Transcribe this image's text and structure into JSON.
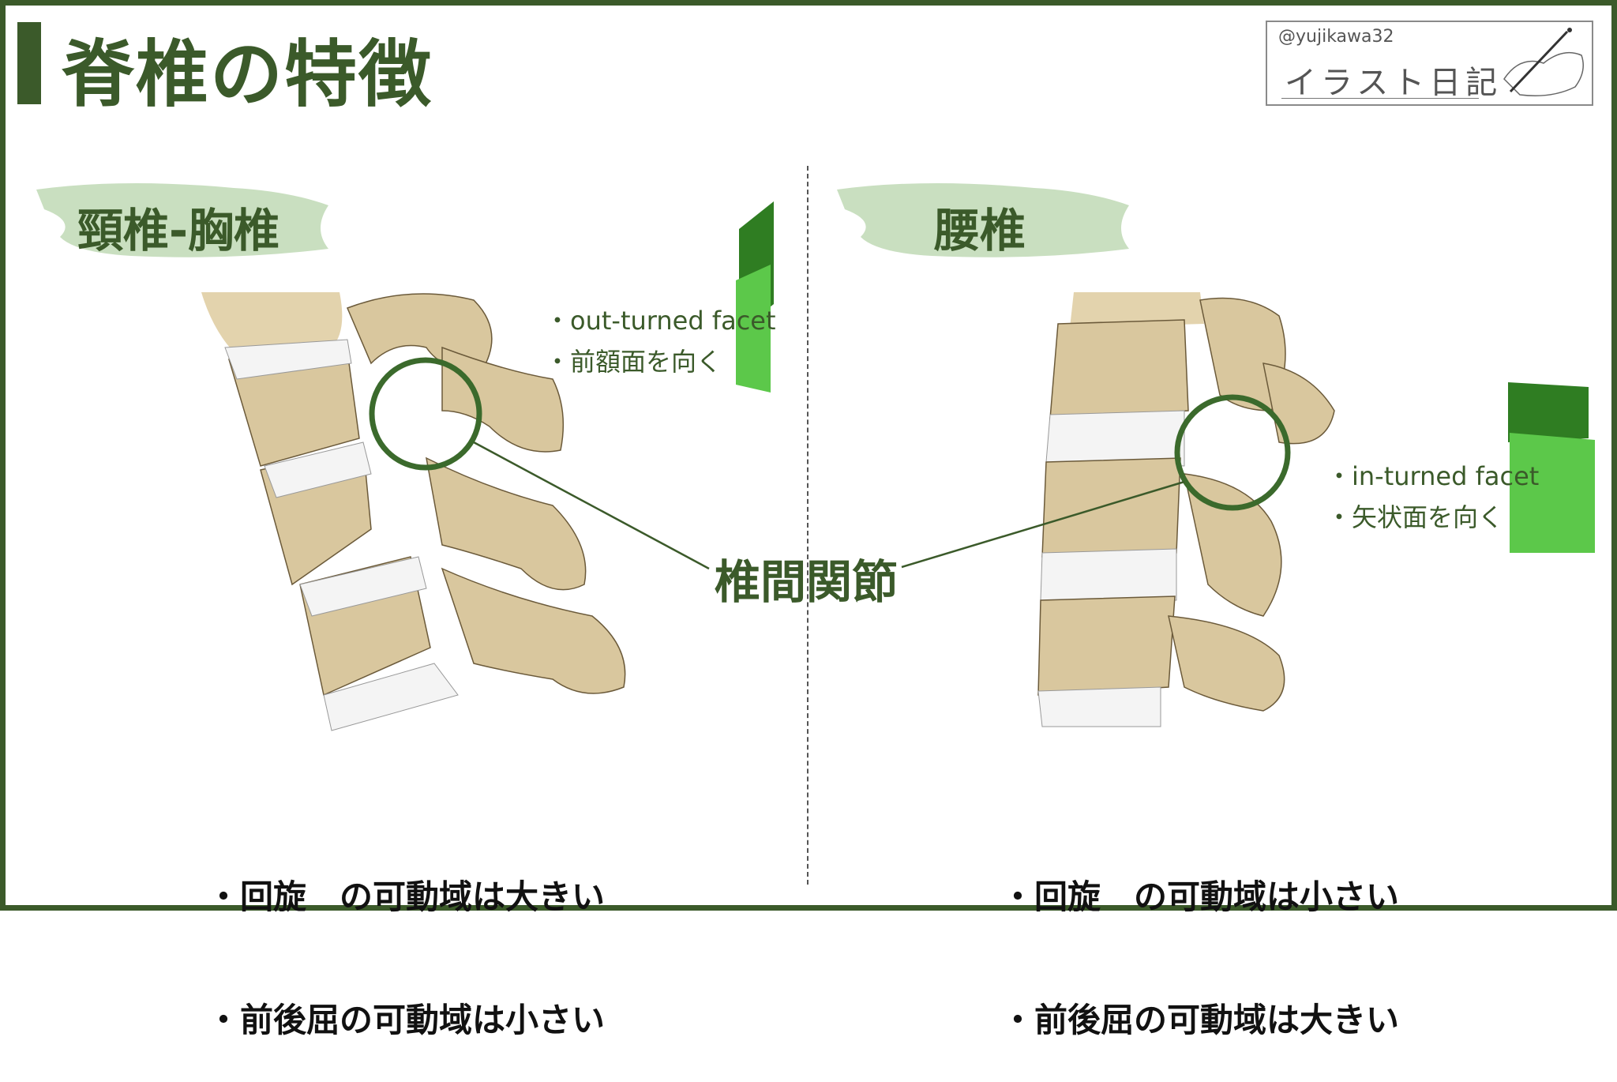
{
  "title": "脊椎の特徴",
  "logo": {
    "handle": "@yujikawa32",
    "name": "イラスト日記"
  },
  "center_label": "椎間関節",
  "left": {
    "heading": "頸椎-胸椎",
    "facet_lines": [
      "・out-turned facet",
      "・前額面を向く"
    ],
    "bullets": [
      "・回旋　の可動域は大きい",
      "・前後屈の可動域は小さい"
    ]
  },
  "right": {
    "heading": "腰椎",
    "facet_lines": [
      "・in-turned facet",
      "・矢状面を向く"
    ],
    "bullets": [
      "・回旋　の可動域は小さい",
      "・前後屈の可動域は大きい"
    ]
  },
  "colors": {
    "dark_green": "#3b5a2a",
    "plane_dark": "#2f7d22",
    "plane_light": "#5cc84a",
    "bone": "#d9c79e",
    "disc": "#f4f4f4",
    "brush": "#c9dfc0"
  }
}
